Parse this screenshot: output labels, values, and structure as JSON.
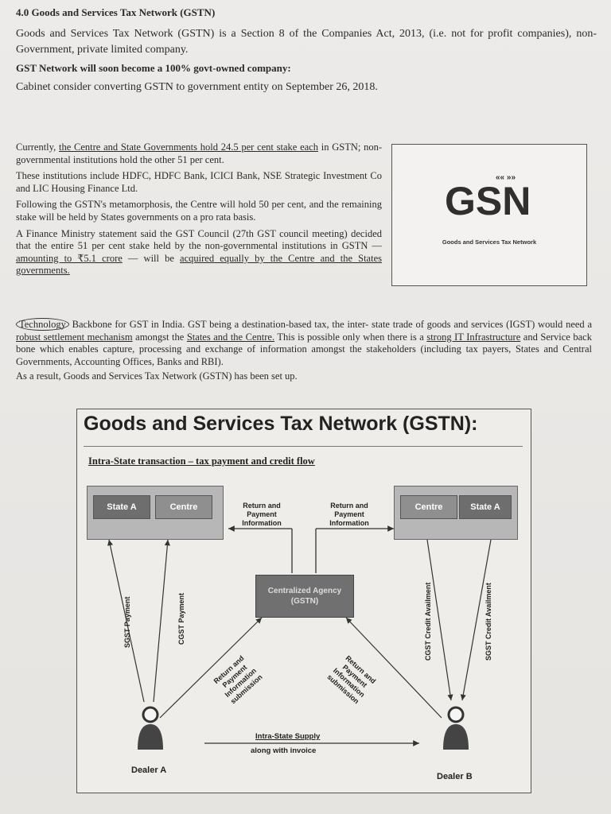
{
  "heading": "4.0 Goods and Services Tax Network (GSTN)",
  "intro": "Goods and Services Tax Network (GSTN) is a Section 8 of the Companies Act, 2013, (i.e. not for profit companies), non-Government, private limited company.",
  "subheading": "GST Network will soon become a 100% govt-owned company:",
  "cabinet": "Cabinet consider converting GSTN to government entity on September 26, 2018.",
  "para_currently_a": "Currently, ",
  "para_currently_u": "the Centre and State Governments hold 24.5 per cent stake each",
  "para_currently_b": " in GSTN; non-governmental institutions hold the other 51 per cent.",
  "para_institutions": "These institutions include HDFC, HDFC Bank, ICICI Bank, NSE Strategic Investment Co and LIC Housing Finance Ltd.",
  "para_following": "Following the GSTN's metamorphosis, the Centre will hold 50 per cent, and the remaining stake will be held by States governments on a pro rata basis.",
  "para_finance_a": "A Finance Ministry statement said the GST Council (27th GST council meeting) decided that the entire 51 per cent stake held by the non-governmental institutions in GSTN — ",
  "para_finance_u": "amounting to ₹5.1 crore",
  "para_finance_b": " — will be ",
  "para_finance_u2": "acquired equally by the Centre and the States governments.",
  "para_tech_circled": "Technology",
  "para_tech_a": " Backbone for GST in India. GST being a destination-based tax, the inter- state trade of goods and services (IGST) would need a ",
  "para_tech_u1": "robust settlement mechanism",
  "para_tech_b": " amongst the ",
  "para_tech_u2": "States and the Centre.",
  "para_tech_c": " This is possible only when there is a ",
  "para_tech_u3": "strong IT Infrastructure",
  "para_tech_d": " and Service back bone which enables capture, processing and exchange of information amongst the stakeholders (including tax payers, States and Central Governments, Accounting Offices, Banks and RBI).",
  "para_result": "As a result, Goods and Services Tax Network (GSTN) has been set up.",
  "logo": {
    "mark": "GSN",
    "caption": "Goods and Services Tax Network",
    "accent": "#2f2f2f"
  },
  "diagram": {
    "title": "Goods and Services Tax Network (GSTN):",
    "subtitle": "Intra-State transaction – tax payment and credit flow",
    "left_group": {
      "box1": "State A",
      "box2": "Centre"
    },
    "right_group": {
      "box1": "Centre",
      "box2": "State A"
    },
    "arrow_label_left": "Return and Payment Information",
    "arrow_label_right": "Return and Payment Information",
    "agency": "Centralized Agency (GSTN)",
    "sgst_payment": "SGST Payment",
    "cgst_payment": "CGST Payment",
    "cgst_credit": "CGST Credit Availment",
    "sgst_credit": "SGST Credit Availment",
    "submission_left": "Return and Payment Information submission",
    "submission_right": "Return and Payment Information submission",
    "supply_line1": "Intra-State Supply",
    "supply_line2": "along with invoice",
    "dealer_a": "Dealer A",
    "dealer_b": "Dealer B"
  }
}
